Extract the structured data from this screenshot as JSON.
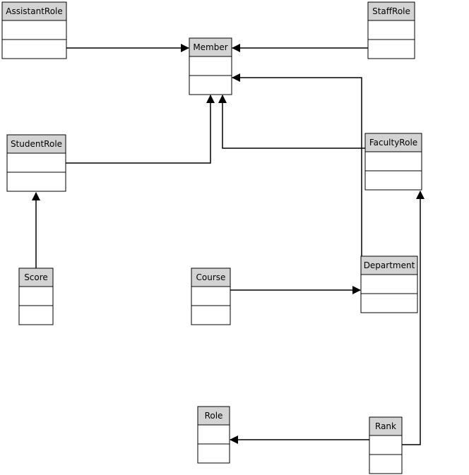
{
  "diagram": {
    "type": "uml-class-diagram",
    "colors": {
      "header_fill": "#d3d3d3",
      "body_fill": "#ffffff",
      "stroke": "#000000"
    },
    "classes": [
      {
        "id": "AssistantRole",
        "name": "AssistantRole"
      },
      {
        "id": "StaffRole",
        "name": "StaffRole"
      },
      {
        "id": "Member",
        "name": "Member"
      },
      {
        "id": "StudentRole",
        "name": "StudentRole"
      },
      {
        "id": "FacultyRole",
        "name": "FacultyRole"
      },
      {
        "id": "Score",
        "name": "Score"
      },
      {
        "id": "Course",
        "name": "Course"
      },
      {
        "id": "Department",
        "name": "Department"
      },
      {
        "id": "Role",
        "name": "Role"
      },
      {
        "id": "Rank",
        "name": "Rank"
      }
    ],
    "relations": [
      {
        "from": "AssistantRole",
        "to": "Member",
        "kind": "directed-association"
      },
      {
        "from": "StaffRole",
        "to": "Member",
        "kind": "directed-association"
      },
      {
        "from": "StudentRole",
        "to": "Member",
        "kind": "directed-association"
      },
      {
        "from": "FacultyRole",
        "to": "Member",
        "kind": "directed-association"
      },
      {
        "from": "Department",
        "to": "Member",
        "kind": "directed-association"
      },
      {
        "from": "Score",
        "to": "StudentRole",
        "kind": "directed-association"
      },
      {
        "from": "Course",
        "to": "Department",
        "kind": "directed-association"
      },
      {
        "from": "Rank",
        "to": "Role",
        "kind": "directed-association"
      },
      {
        "from": "Rank",
        "to": "FacultyRole",
        "kind": "directed-association"
      }
    ]
  }
}
